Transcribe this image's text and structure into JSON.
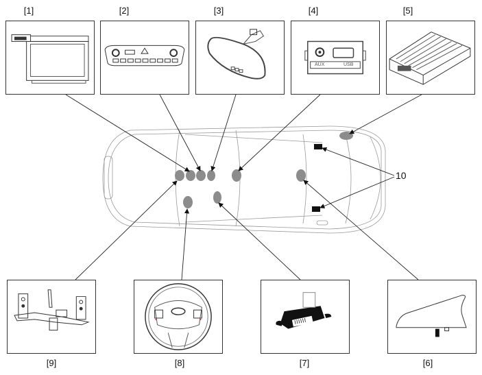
{
  "diagram": {
    "title": "Audio system component locations",
    "components": [
      {
        "id": "1",
        "label": "[1]",
        "name": "audio-head-unit"
      },
      {
        "id": "2",
        "label": "[2]",
        "name": "climate-audio-control-panel"
      },
      {
        "id": "3",
        "label": "[3]",
        "name": "rearview-mirror"
      },
      {
        "id": "4",
        "label": "[4]",
        "name": "aux-usb-jack"
      },
      {
        "id": "5",
        "label": "[5]",
        "name": "external-amplifier"
      },
      {
        "id": "6",
        "label": "[6]",
        "name": "shark-fin-antenna"
      },
      {
        "id": "7",
        "label": "[7]",
        "name": "module-connector"
      },
      {
        "id": "8",
        "label": "[8]",
        "name": "steering-wheel-remote-control"
      },
      {
        "id": "9",
        "label": "[9]",
        "name": "mounting-bracket"
      }
    ],
    "callout_10": "10",
    "aux_label": "AUX",
    "usb_label": "USB",
    "colors": {
      "marker": "#8c8c8c",
      "line": "#222222",
      "outline": "#aaaaaa"
    }
  }
}
